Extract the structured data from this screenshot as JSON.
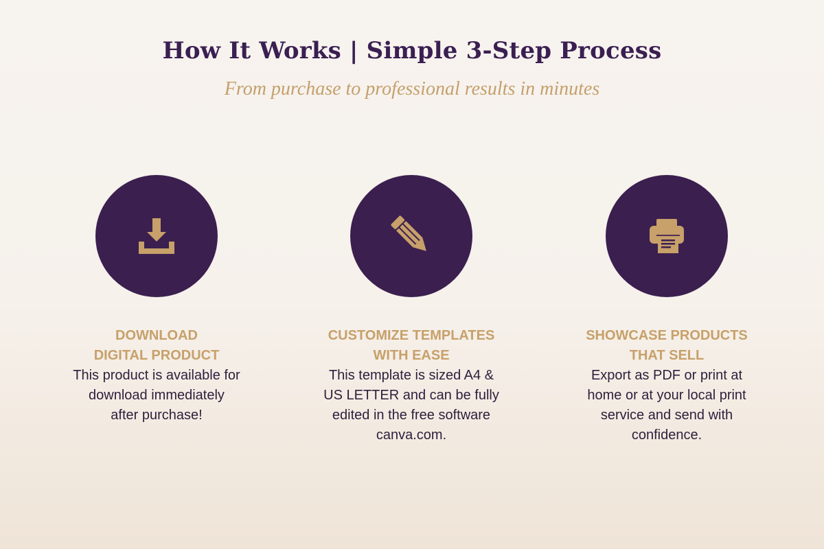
{
  "header": {
    "title": "How It Works | Simple 3-Step Process",
    "subtitle": "From purchase to professional results in minutes"
  },
  "colors": {
    "background": "#f6f1eb",
    "circle": "#3b1f4f",
    "accent_gold": "#c7a06a",
    "title_purple": "#3a1f52",
    "body_text": "#2c1f3b"
  },
  "steps": [
    {
      "icon": "download-icon",
      "title_lines": [
        "DOWNLOAD",
        "DIGITAL PRODUCT"
      ],
      "desc_lines": [
        "This product is available for",
        "download immediately",
        "after purchase!"
      ]
    },
    {
      "icon": "pencil-icon",
      "title_lines": [
        "CUSTOMIZE TEMPLATES",
        "WITH EASE"
      ],
      "desc_lines": [
        "This template is sized A4 &",
        "US LETTER and can be fully",
        "edited in the free software",
        "canva.com."
      ]
    },
    {
      "icon": "printer-icon",
      "title_lines": [
        "SHOWCASE PRODUCTS",
        "THAT SELL"
      ],
      "desc_lines": [
        "Export as PDF or print at",
        "home or at your local print",
        "service and send with",
        "confidence."
      ]
    }
  ]
}
